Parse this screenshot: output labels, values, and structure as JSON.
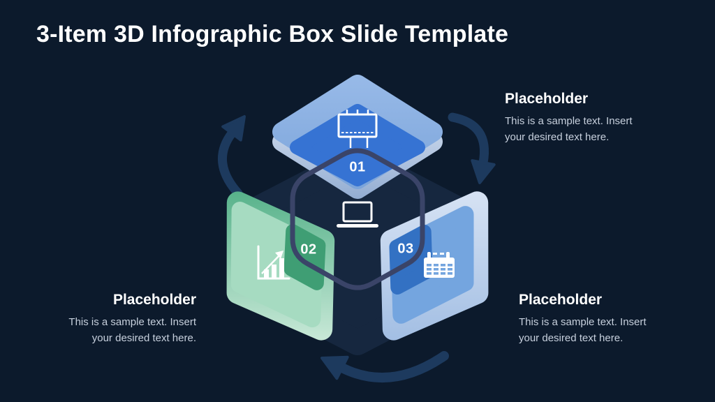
{
  "slide": {
    "title": "3-Item 3D Infographic Box Slide Template",
    "background_color": "#0c1a2c"
  },
  "diagram": {
    "items": [
      {
        "number": "01",
        "icon": "billboard-icon",
        "accent_color": "#3673d3",
        "light_color": "#88afe1"
      },
      {
        "number": "02",
        "icon": "bar-chart-icon",
        "accent_color": "#3f9e74",
        "light_color": "#a6dbc1"
      },
      {
        "number": "03",
        "icon": "calendar-icon",
        "accent_color": "#3371c3",
        "light_color": "#74a5df"
      }
    ],
    "center_icon": "laptop-icon",
    "box_silhouette_color": "#16273f",
    "hexagon_outline_color": "#3a4468",
    "arrow_color": "#1d3a5e"
  },
  "placeholders": [
    {
      "position": "top-right",
      "title": "Placeholder",
      "body": "This is a sample text. Insert your desired text here."
    },
    {
      "position": "bottom-left",
      "title": "Placeholder",
      "body": "This is a sample text. Insert your desired text here."
    },
    {
      "position": "bottom-right",
      "title": "Placeholder",
      "body": "This is a sample text. Insert your desired text here."
    }
  ]
}
